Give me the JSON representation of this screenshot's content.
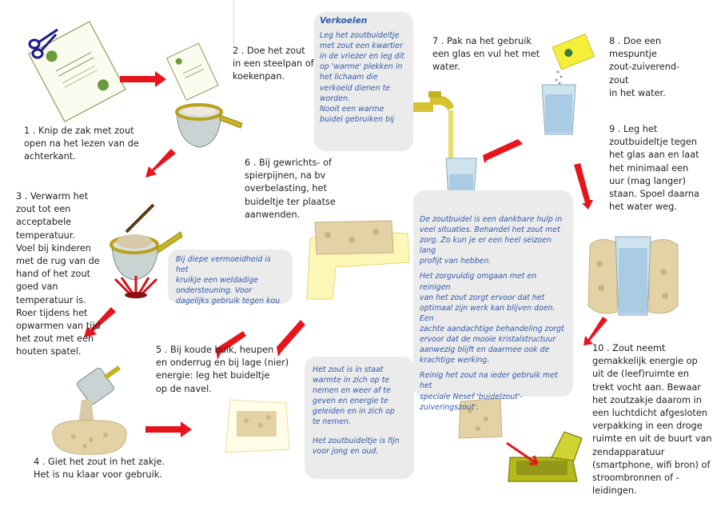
{
  "steps": {
    "s1": "1 . Knip de zak met zout\nopen na het lezen van de\nachterkant.",
    "s2": "2 . Doe het zout\nin een steelpan of\nkoekenpan.",
    "s3": "3 . Verwarm het\nzout tot een\nacceptabele\ntemperatuur.\nVoel bij kinderen\nmet de rug van de\nhand of het zout\ngoed van\ntemperatuur is.\nRoer tijdens het\nopwarmen van tijd\nhet zout met een\nhouten spatel.",
    "s4": "4 . Giet het zout in het zakje.\nHet is nu klaar voor gebruik.",
    "s5": "5 . Bij koude buik, heupen\nen onderrug en bij lage (nier)\nenergie: leg het buideltje\nop de navel.",
    "s6": "6 . Bij gewrichts- of\nspierpijnen, na bv\noverbelasting, het\nbuideltje ter plaatse\naanwenden.",
    "s7": "7 . Pak na het gebruik\neen glas en vul het met\nwater.",
    "s8": "8 . Doe een\nmespuntje\nzout-zuiverend-\nzout\nin het water.",
    "s9": "9 . Leg het\nzoutbuideltje tegen\nhet glas aan en laat\nhet minimaal een\nuur (mag langer)\nstaan. Spoel daarna\nhet water weg.",
    "s10": "10 . Zout neemt\ngemakkelijk energie op\nuit de (leef)ruimte en\ntrekt vocht aan. Bewaar\nhet zoutzakje daarom in\neen luchtdicht afgesloten\nverpakking in een droge\nruimte en uit de buurt van\nzendapparatuur\n(smartphone, wifi bron) of\nstroombronnen of -\nleidingen."
  },
  "notes": {
    "cooling_title": "Verkoelen",
    "cooling_p1": "Leg het zoutbuideltje\nmet zout een kwartier\nin de vriezer en leg dit\nop 'warme' plekken in\nhet lichaam die\nverkoeld dienen te\nworden.",
    "cooling_p2": "Nooit een warme\nbuidel gebruiken bij",
    "weak": "Bij diepe vermoeidheid is het\nkruikje een weldadige\nondersteuning. Voor\ndagelijks gebruik tegen kou",
    "center_p1": "De zoutbuidel is een dankbare hulp in\nveel situaties. Behandel het zout met\nzorg. Zo kun je er een heel seizoen lang\nprofijt van hebben.",
    "center_p2": "Het zorgvuldig omgaan met en reinigen\nvan het zout zorgt ervoor dat het\noptimaal zijn werk kan blijven doen. Een\nzachte aandachtige behandeling zorgt\nervoor dat de mooie kristalstructuur\naanwezig blijft en daarmee ook de\nkrachtige werking.",
    "center_p3": "Reinig het zout na ieder gebruik met het\nspeciale Nesef 'buidelzout'-\nzuiveringszout'.",
    "warmth_p1": "Het zout is in staat\nwarmte in zich op te\nnemen en weer af te\ngeven en energie te\ngeleiden en in zich op\nte nemen.",
    "warmth_p2": "Het zoutbuideltje is fijn\nvoor jong en oud."
  },
  "colors": {
    "arrow": "#e8141b",
    "note_text": "#2f5aa8",
    "note_bg": "#ebebeb",
    "salt": "#e3d2a6",
    "pan": "#c9d3d3"
  },
  "icons": [
    "scissors-icon",
    "salt-package-icon",
    "saucepan-icon",
    "flame-icon",
    "tap-icon",
    "glass-icon",
    "cleansing-salt-packet-icon",
    "salt-bag-icon",
    "storage-box-icon"
  ]
}
